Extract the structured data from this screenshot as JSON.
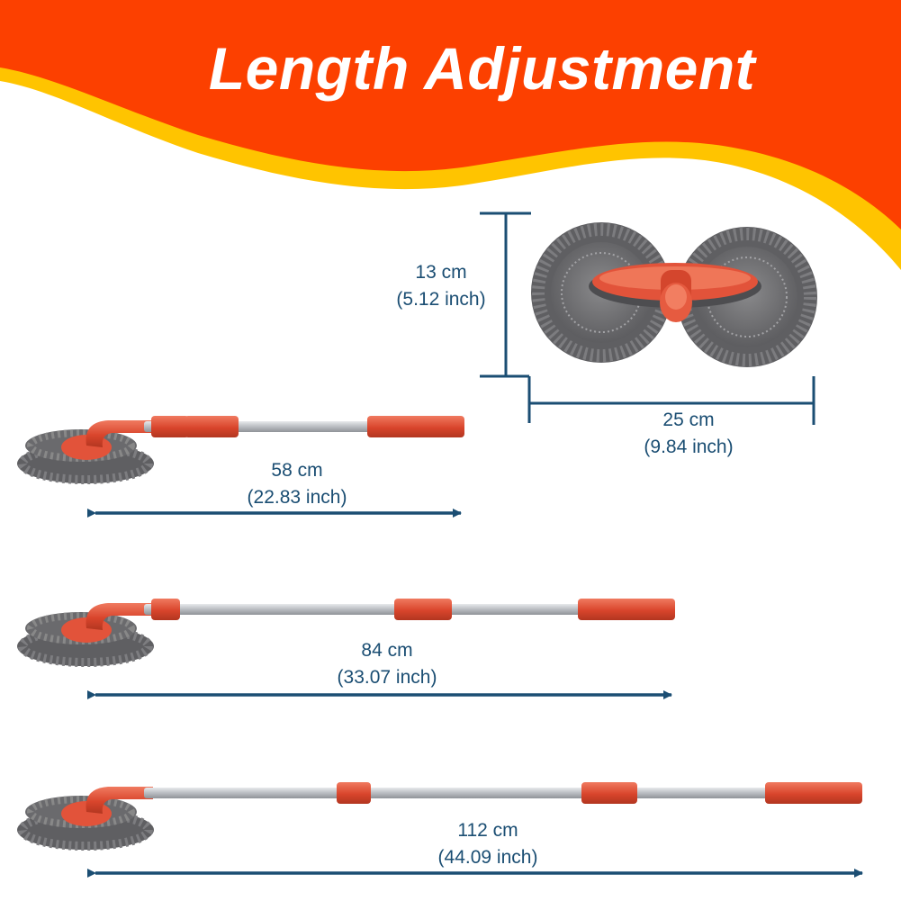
{
  "title": "Length Adjustment",
  "colors": {
    "banner_red": "#fc4000",
    "banner_yellow": "#ffc400",
    "dimension_blue": "#1b4e73",
    "handle_orange": "#e2533a",
    "pole_silver": "#c9ccd0",
    "mop_gray": "#6e6e70"
  },
  "head_dimensions": {
    "height": {
      "metric": "13 cm",
      "imperial": "(5.12 inch)"
    },
    "width": {
      "metric": "25 cm",
      "imperial": "(9.84 inch)"
    }
  },
  "lengths": [
    {
      "metric": "58 cm",
      "imperial": "(22.83 inch)"
    },
    {
      "metric": "84 cm",
      "imperial": "(33.07 inch)"
    },
    {
      "metric": "112 cm",
      "imperial": "(44.09 inch)"
    }
  ]
}
